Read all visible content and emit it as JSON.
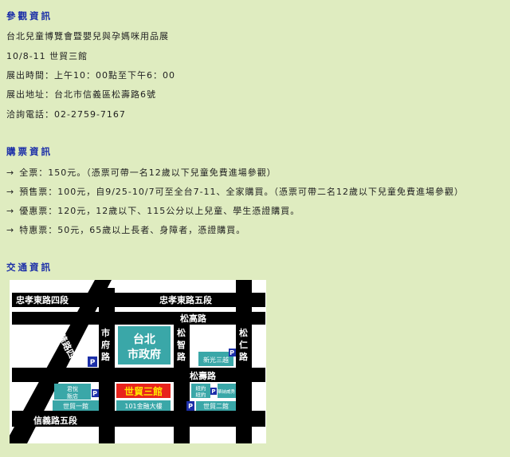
{
  "exhibition": {
    "heading": "參觀資訊",
    "lines": [
      "台北兒童博覽會暨嬰兒與孕媽咪用品展",
      "10/8-11 世貿三館",
      "展出時間：上午10：00點至下午6：00",
      "展出地址：台北市信義區松壽路6號",
      "洽詢電話：02-2759-7167"
    ]
  },
  "tickets": {
    "heading": "購票資訊",
    "arrow": "→",
    "items": [
      "全票：150元。（憑票可帶一名12歲以下兒童免費進場參觀）",
      "預售票：100元，自9/25-10/7可至全台7-11、全家購買。（憑票可帶二名12歲以下兒童免費進場參觀）",
      "優惠票：120元，12歲以下、115公分以上兒童、學生憑證購買。",
      "特惠票：50元，65歲以上長者、身障者，憑證購買。"
    ]
  },
  "transport": {
    "heading": "交通資訊"
  },
  "map": {
    "roads": {
      "zhongxiao4": "忠孝東路四段",
      "zhongxiao5": "忠孝東路五段",
      "songgao": "松高路",
      "keelung": "基隆路四段",
      "shifu": "市府路",
      "songzhi": "松智路",
      "songren": "松仁路",
      "songshou": "松壽路",
      "xinyi5": "信義路五段"
    },
    "buildings": {
      "city_hall_1": "台北",
      "city_hall_2": "市政府",
      "shin_kong": "新光三越",
      "grand_hyatt_1": "君悅",
      "grand_hyatt_2": "飯店",
      "wtc1": "世貿一館",
      "wtc3": "世貿三館",
      "taipei101": "101金融大樓",
      "warner_1": "紐約",
      "warner_2": "紐約",
      "warner_village": "華納威秀",
      "wtc2": "世貿二館"
    },
    "parking": "P",
    "colors": {
      "road": "#000000",
      "building": "#3aa7a8",
      "highlight": "#e8231c",
      "highlight_text": "#ffe400"
    }
  }
}
